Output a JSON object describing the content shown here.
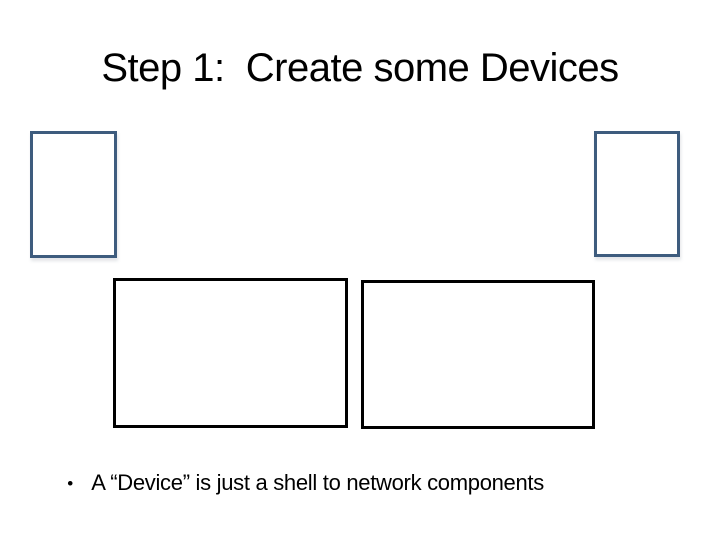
{
  "slide": {
    "title": "Step 1:  Create some Devices",
    "bullet": {
      "marker": "•",
      "text": "A “Device” is just a shell to network components"
    }
  },
  "shapes": [
    {
      "name": "device-rect-top-left",
      "border_color": "#3E5C7E"
    },
    {
      "name": "device-rect-top-right",
      "border_color": "#3E5C7E"
    },
    {
      "name": "component-rect-center-left",
      "border_color": "#000000"
    },
    {
      "name": "component-rect-center-right",
      "border_color": "#000000"
    }
  ],
  "colors": {
    "background": "#FFFFFF",
    "text": "#000000",
    "device_border": "#3E5C7E",
    "component_border": "#000000"
  }
}
